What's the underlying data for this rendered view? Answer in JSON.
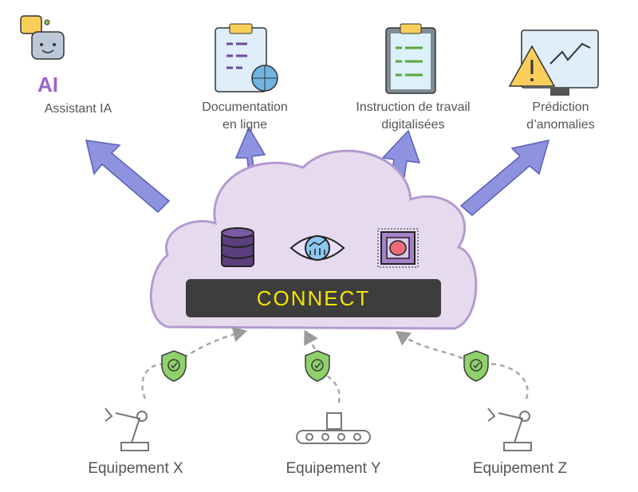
{
  "outputs": [
    {
      "label_lines": [
        "Assistant IA"
      ],
      "icon": "robot-ai-icon",
      "badge": "AI"
    },
    {
      "label_lines": [
        "Documentation",
        "en ligne"
      ],
      "icon": "clipboard-globe-icon"
    },
    {
      "label_lines": [
        "Instruction de travail",
        "digitalisées"
      ],
      "icon": "clipboard-checklist-icon"
    },
    {
      "label_lines": [
        "Prédiction",
        "d’anomalies"
      ],
      "icon": "monitor-warning-icon"
    }
  ],
  "platform": {
    "name": "CONNECT",
    "icons": [
      "database-icon",
      "eye-analytics-icon",
      "ai-chip-icon"
    ]
  },
  "equipment": [
    {
      "label": "Equipement X",
      "icon": "robot-arm-icon"
    },
    {
      "label": "Equipement Y",
      "icon": "conveyor-icon"
    },
    {
      "label": "Equipement Z",
      "icon": "robot-arm-icon"
    }
  ],
  "colors": {
    "cloud": "#e6dbee",
    "cloud_border": "#b49ad0",
    "arrow": "#8e93e0",
    "bar": "#3d3d3d",
    "brand": "#f5e400",
    "shield": "#8fd16a"
  }
}
